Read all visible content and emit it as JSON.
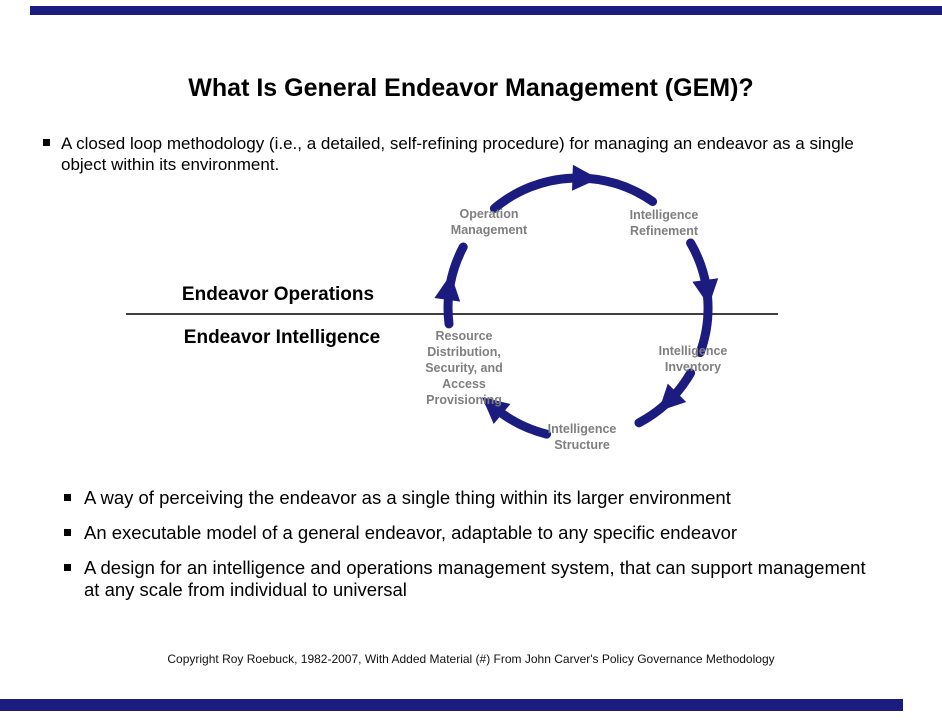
{
  "theme": {
    "accent_color": "#1c1c80",
    "node_label_color": "#7f7f7f",
    "text_color": "#000000"
  },
  "slide": {
    "title": "What Is General Endeavor Management (GEM)?",
    "intro_bullet": "A closed loop methodology (i.e., a detailed, self-refining procedure) for managing an endeavor as a single object within its environment.",
    "bottom_bullets": [
      "A way of perceiving the endeavor as a single thing within its larger environment",
      "An executable model of a general endeavor, adaptable to any specific endeavor",
      "A design for an intelligence and operations management system, that can support management at any scale from individual to universal"
    ],
    "footer": "Copyright Roy Roebuck, 1982-2007, With Added Material (#) From John Carver's Policy Governance Methodology"
  },
  "diagram": {
    "upper_label": "Endeavor Operations",
    "lower_label": "Endeavor Intelligence",
    "nodes": {
      "operation_management": "Operation\nManagement",
      "intelligence_refinement": "Intelligence\nRefinement",
      "intelligence_inventory": "Intelligence\nInventory",
      "intelligence_structure": "Intelligence\nStructure",
      "resource_provisioning": "Resource\nDistribution,\nSecurity, and\nAccess\nProvisioning"
    }
  }
}
